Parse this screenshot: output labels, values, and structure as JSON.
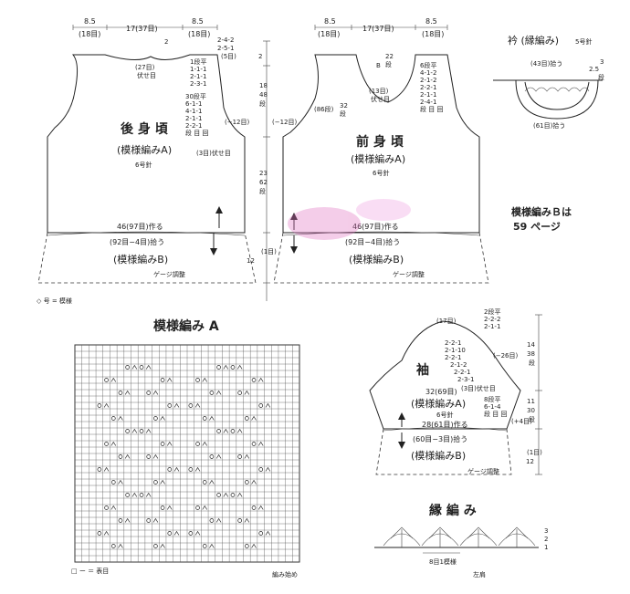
{
  "back": {
    "title": "後 身 頃",
    "pattern": "(模様編みA)",
    "needle": "6号針",
    "top_w1": "8.5",
    "top_w1b": "(18目)",
    "top_w2": "17(37目)",
    "top_w3": "8.5",
    "top_w3b": "(18目)",
    "neck": "(27目)",
    "neck2": "伏せ目",
    "neck_h": "2",
    "shoulder": "2-4-2",
    "shoulder2": "2-5-1",
    "shoulder3": "(5目)",
    "dec1": "1段平",
    "dec2": "1-1-1",
    "dec3": "2-1-1",
    "dec4": "2-3-1",
    "arm1": "30段平",
    "arm2": "6-1-1",
    "arm3": "4-1-1",
    "arm4": "2-1-1",
    "arm5": "2-2-1",
    "arm6": "段 目 回",
    "arm_bind": "(3目)伏せ目",
    "minus12": "(−12目)",
    "width": "46(97目)作る",
    "pick": "(92目−4目)拾う",
    "bottom_pattern": "(模様編みB)",
    "gauge": "ゲージ調整"
  },
  "mid_dims": {
    "d1": "2",
    "d2": "18",
    "d3": "48",
    "d4": "段",
    "d5": "23",
    "d6": "62",
    "d7": "段",
    "d8": "(1目)",
    "d9": "12",
    "minus12": "(−12目)"
  },
  "front": {
    "title": "前 身 頃",
    "pattern": "(模様編みA)",
    "needle": "6号針",
    "top_w1": "8.5",
    "top_w1b": "(18目)",
    "top_w2": "17(37目)",
    "top_w3": "8.5",
    "top_w3b": "(18目)",
    "neck_b": "B",
    "neck_h": "22",
    "neck_h2": "段",
    "center": "(13目)",
    "center2": "伏せ目",
    "vdim": "32",
    "vdim2": "段",
    "side": "(86段)",
    "dec1": "6段平",
    "dec2": "4-1-2",
    "dec3": "2-1-2",
    "dec4": "2-2-1",
    "dec5": "2-1-1",
    "dec6": "2-4-1",
    "dec7": "段 目 回",
    "width": "46(97目)作る",
    "pick": "(92目−4目)拾う",
    "bottom_pattern": "(模様編みB)",
    "gauge": "ゲージ調整"
  },
  "collar": {
    "title": "衿 (縁編み)",
    "needle": "5号針",
    "pick": "(43目)拾う",
    "pick2": "(61目)拾う",
    "h1": "3",
    "h2": "2.5",
    "h3": "段"
  },
  "note_b": {
    "line1": "模様編みＢは",
    "line2": "59 ページ"
  },
  "legend": {
    "symbol": "◇ 号 = 模様"
  },
  "pattern_a": {
    "title": "模様編み A",
    "legend": "□ ー ＝ 表目",
    "start": "編み始め"
  },
  "sleeve": {
    "title": "袖",
    "top": "(17目)",
    "cap1": "2段平",
    "cap2": "2-2-2",
    "cap3": "2-1-1",
    "c1": "2-2-1",
    "c2": "2-1-10",
    "c3": "2-2-1",
    "c4": "2-1-2",
    "c5": "2-2-1",
    "c6": "2-3-1",
    "bind": "(3目)伏せ目",
    "minus26": "(−26目)",
    "h14": "14",
    "h38": "38",
    "hd": "段",
    "width": "32(69目)",
    "pattern": "(模様編みA)",
    "needle": "6号針",
    "inc1": "8段平",
    "inc2": "6-1-4",
    "inc3": "段 目 回",
    "h11": "11",
    "h30": "30",
    "hd2": "段",
    "plus4": "(+4目)",
    "cast": "28(61目)作る",
    "pick": "(60目−3目)拾う",
    "h12": "12",
    "hdots": "(1目)",
    "bottom_pattern": "(模様編みB)",
    "gauge": "ゲージ調整"
  },
  "edging": {
    "title": "縁 編 み",
    "repeat": "8目1模様",
    "start": "左肩",
    "r1": "3",
    "r2": "2",
    "r3": "1"
  }
}
